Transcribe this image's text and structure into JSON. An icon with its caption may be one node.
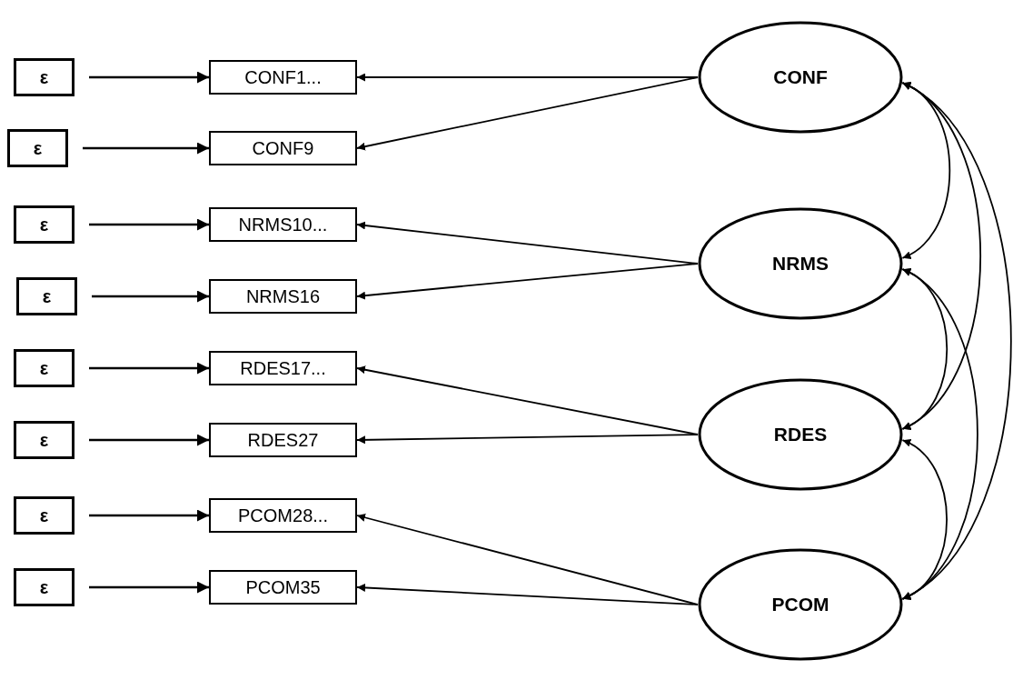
{
  "diagram": {
    "nodes": [
      {
        "text": [
          "ε"
        ]
      },
      {
        "text": [
          "ε"
        ]
      },
      {
        "text": [
          "ε"
        ]
      },
      {
        "text": [
          "ε"
        ]
      },
      {
        "text": [
          "ε"
        ]
      },
      {
        "text": [
          "ε"
        ]
      },
      {
        "text": [
          "ε"
        ]
      },
      {
        "text": [
          "ε"
        ]
      },
      {
        "text": [
          "CONF1..."
        ]
      },
      {
        "text": [
          "CONF9"
        ]
      },
      {
        "text": [
          "NRMS10..."
        ]
      },
      {
        "text": [
          "NRMS16"
        ]
      },
      {
        "text": [
          "RDES17..."
        ]
      },
      {
        "text": [
          "RDES27"
        ]
      },
      {
        "text": [
          "PCOM28..."
        ]
      },
      {
        "text": [
          "PCOM35"
        ]
      },
      {
        "text": [
          "CONF"
        ]
      },
      {
        "text": [
          "NRMS"
        ]
      },
      {
        "text": [
          "RDES"
        ]
      },
      {
        "text": [
          "PCOM"
        ]
      }
    ],
    "edges": [
      {
        "from": 0,
        "to": 8,
        "arrow": "to"
      },
      {
        "from": 1,
        "to": 9,
        "arrow": "to"
      },
      {
        "from": 2,
        "to": 10,
        "arrow": "to"
      },
      {
        "from": 3,
        "to": 11,
        "arrow": "to"
      },
      {
        "from": 4,
        "to": 12,
        "arrow": "to"
      },
      {
        "from": 5,
        "to": 13,
        "arrow": "to"
      },
      {
        "from": 6,
        "to": 14,
        "arrow": "to"
      },
      {
        "from": 7,
        "to": 15,
        "arrow": "to"
      },
      {
        "from": 16,
        "to": 8,
        "arrow": "to"
      },
      {
        "from": 16,
        "to": 9,
        "arrow": "to"
      },
      {
        "from": 17,
        "to": 10,
        "arrow": "to"
      },
      {
        "from": 17,
        "to": 11,
        "arrow": "to"
      },
      {
        "from": 18,
        "to": 12,
        "arrow": "to"
      },
      {
        "from": 18,
        "to": 13,
        "arrow": "to"
      },
      {
        "from": 19,
        "to": 14,
        "arrow": "to"
      },
      {
        "from": 19,
        "to": 15,
        "arrow": "to"
      },
      {
        "from": 16,
        "to": 17,
        "arrow": "both"
      },
      {
        "from": 16,
        "to": 18,
        "arrow": "both"
      },
      {
        "from": 16,
        "to": 19,
        "arrow": "both"
      },
      {
        "from": 17,
        "to": 18,
        "arrow": "both"
      },
      {
        "from": 17,
        "to": 19,
        "arrow": "both"
      },
      {
        "from": 18,
        "to": 19,
        "arrow": "both"
      }
    ]
  }
}
